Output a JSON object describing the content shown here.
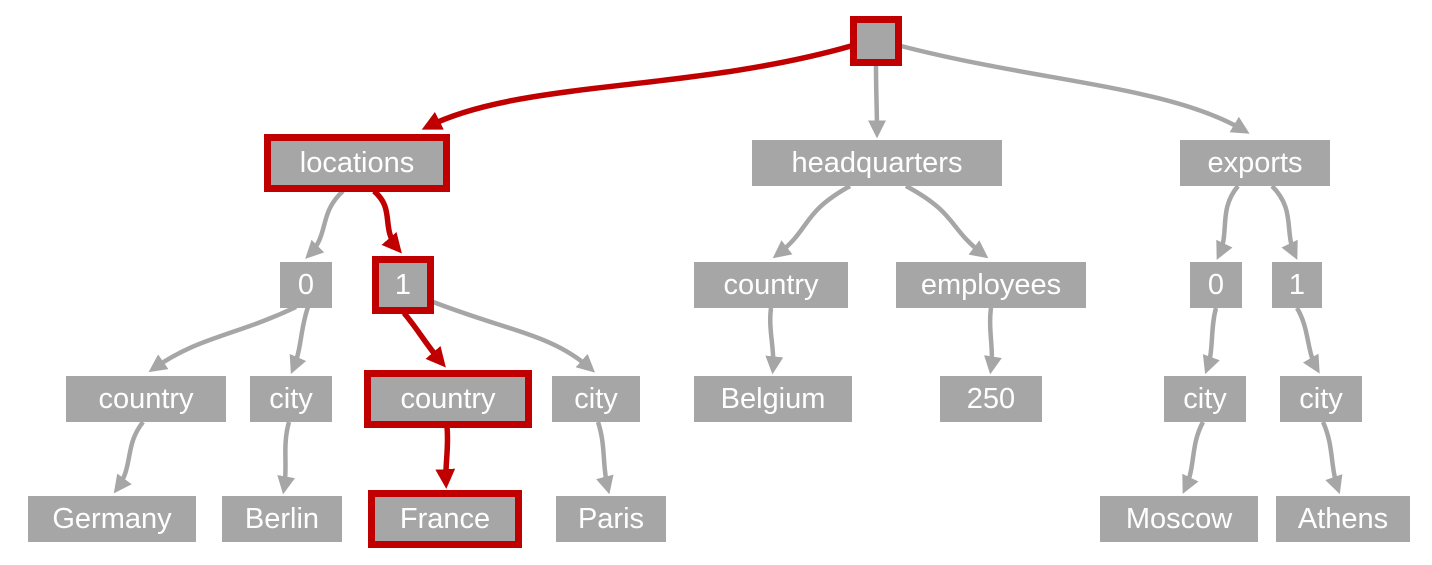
{
  "diagram": {
    "description": "JSON document tree with a highlighted query path: (root) - locations - 1 - country - France",
    "colors": {
      "node_fill": "#a6a6a6",
      "node_text": "#ffffff",
      "edge": "#a6a6a6",
      "highlight": "#c00000"
    },
    "highlighted_path": [
      "root",
      "locations",
      "1",
      "country",
      "France"
    ],
    "nodes": {
      "root": {
        "label": "",
        "highlighted": true
      },
      "locations": {
        "label": "locations",
        "highlighted": true
      },
      "headquarters": {
        "label": "headquarters",
        "highlighted": false
      },
      "exports": {
        "label": "exports",
        "highlighted": false
      },
      "locations_0": {
        "label": "0",
        "highlighted": false
      },
      "locations_1": {
        "label": "1",
        "highlighted": true
      },
      "headquarters_country": {
        "label": "country",
        "highlighted": false
      },
      "headquarters_employees": {
        "label": "employees",
        "highlighted": false
      },
      "exports_0": {
        "label": "0",
        "highlighted": false
      },
      "exports_1": {
        "label": "1",
        "highlighted": false
      },
      "locations_0_country": {
        "label": "country",
        "highlighted": false
      },
      "locations_0_city": {
        "label": "city",
        "highlighted": false
      },
      "locations_1_country": {
        "label": "country",
        "highlighted": true
      },
      "locations_1_city": {
        "label": "city",
        "highlighted": false
      },
      "headquarters_country_value": {
        "label": "Belgium",
        "highlighted": false
      },
      "headquarters_employees_value": {
        "label": "250",
        "highlighted": false
      },
      "exports_0_city": {
        "label": "city",
        "highlighted": false
      },
      "exports_1_city": {
        "label": "city",
        "highlighted": false
      },
      "locations_0_country_value": {
        "label": "Germany",
        "highlighted": false
      },
      "locations_0_city_value": {
        "label": "Berlin",
        "highlighted": false
      },
      "locations_1_country_value": {
        "label": "France",
        "highlighted": true
      },
      "locations_1_city_value": {
        "label": "Paris",
        "highlighted": false
      },
      "exports_0_city_value": {
        "label": "Moscow",
        "highlighted": false
      },
      "exports_1_city_value": {
        "label": "Athens",
        "highlighted": false
      }
    },
    "edges": [
      {
        "from": "root",
        "to": "locations",
        "highlighted": true
      },
      {
        "from": "root",
        "to": "headquarters",
        "highlighted": false
      },
      {
        "from": "root",
        "to": "exports",
        "highlighted": false
      },
      {
        "from": "locations",
        "to": "locations_0",
        "highlighted": false
      },
      {
        "from": "locations",
        "to": "locations_1",
        "highlighted": true
      },
      {
        "from": "headquarters",
        "to": "headquarters_country",
        "highlighted": false
      },
      {
        "from": "headquarters",
        "to": "headquarters_employees",
        "highlighted": false
      },
      {
        "from": "exports",
        "to": "exports_0",
        "highlighted": false
      },
      {
        "from": "exports",
        "to": "exports_1",
        "highlighted": false
      },
      {
        "from": "locations_0",
        "to": "locations_0_country",
        "highlighted": false
      },
      {
        "from": "locations_0",
        "to": "locations_0_city",
        "highlighted": false
      },
      {
        "from": "locations_1",
        "to": "locations_1_country",
        "highlighted": true
      },
      {
        "from": "locations_1",
        "to": "locations_1_city",
        "highlighted": false
      },
      {
        "from": "headquarters_country",
        "to": "headquarters_country_value",
        "highlighted": false
      },
      {
        "from": "headquarters_employees",
        "to": "headquarters_employees_value",
        "highlighted": false
      },
      {
        "from": "exports_0",
        "to": "exports_0_city",
        "highlighted": false
      },
      {
        "from": "exports_1",
        "to": "exports_1_city",
        "highlighted": false
      },
      {
        "from": "locations_0_country",
        "to": "locations_0_country_value",
        "highlighted": false
      },
      {
        "from": "locations_0_city",
        "to": "locations_0_city_value",
        "highlighted": false
      },
      {
        "from": "locations_1_country",
        "to": "locations_1_country_value",
        "highlighted": true
      },
      {
        "from": "locations_1_city",
        "to": "locations_1_city_value",
        "highlighted": false
      },
      {
        "from": "exports_0_city",
        "to": "exports_0_city_value",
        "highlighted": false
      },
      {
        "from": "exports_1_city",
        "to": "exports_1_city_value",
        "highlighted": false
      }
    ]
  }
}
